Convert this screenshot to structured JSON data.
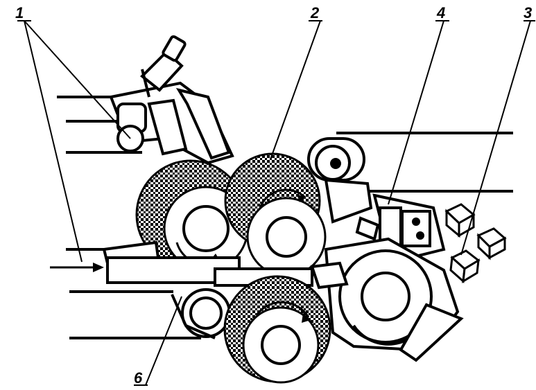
{
  "labels": {
    "l1": "1",
    "l2": "2",
    "l3": "3",
    "l4": "4",
    "l6": "6"
  },
  "colors": {
    "ink": "#000000",
    "paper": "#ffffff"
  }
}
